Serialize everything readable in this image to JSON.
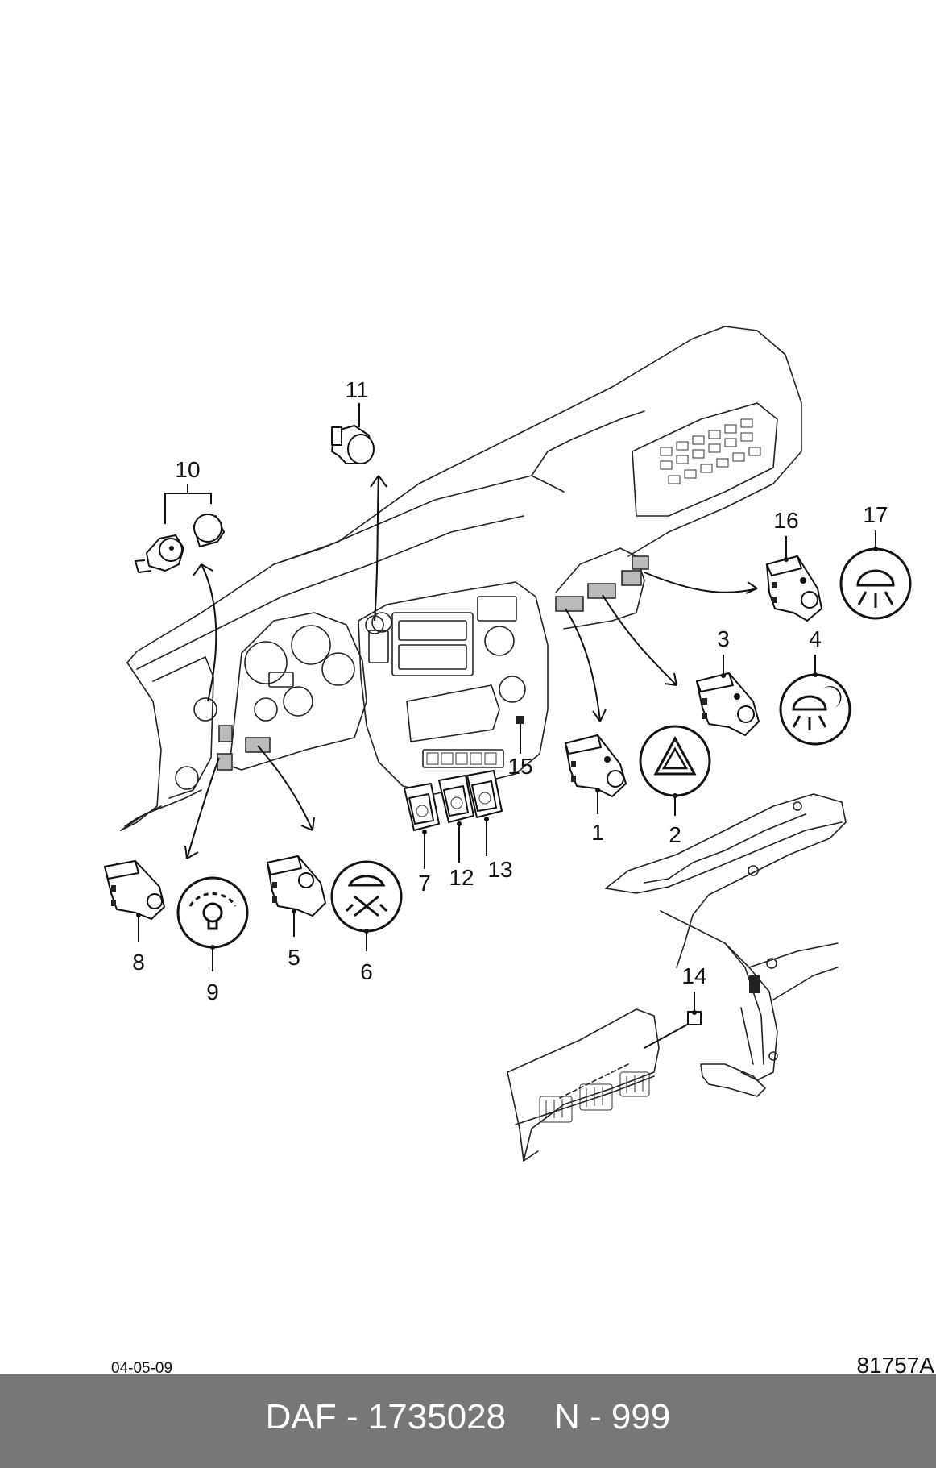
{
  "diagram": {
    "date": "04-05-09",
    "drawing_number": "81757A",
    "callouts": {
      "c1": "1",
      "c2": "2",
      "c3": "3",
      "c4": "4",
      "c5": "5",
      "c6": "6",
      "c7": "7",
      "c8": "8",
      "c9": "9",
      "c10": "10",
      "c11": "11",
      "c12": "12",
      "c13": "13",
      "c14": "14",
      "c15": "15",
      "c16": "16",
      "c17": "17"
    }
  },
  "footer": {
    "brand": "DAF",
    "part_number": "1735028",
    "code": "N - 999",
    "separator": " - "
  }
}
